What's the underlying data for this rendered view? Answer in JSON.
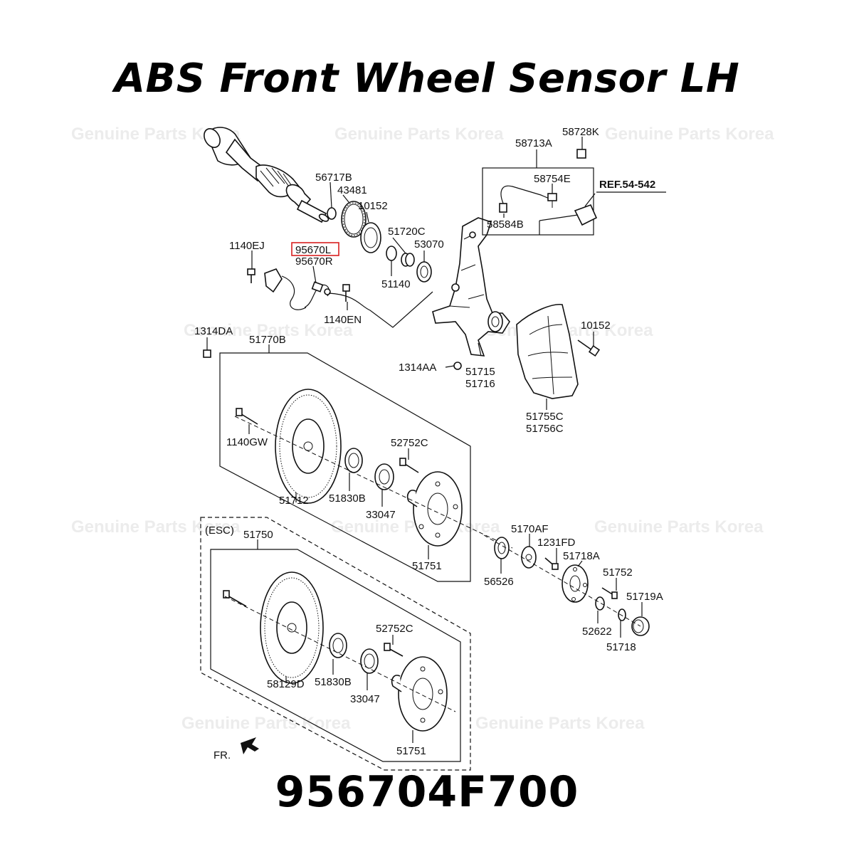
{
  "title": "ABS Front Wheel Sensor LH",
  "part_number": "956704F700",
  "watermark": "Genuine Parts Korea",
  "highlight_color": "#d92020",
  "labels": {
    "l58728K": "58728K",
    "l58713A": "58713A",
    "l58754E": "58754E",
    "lREF": "REF.54-542",
    "l58584B": "58584B",
    "l56717B": "56717B",
    "l43481": "43481",
    "l10152a": "10152",
    "l51720C": "51720C",
    "l53070": "53070",
    "l95670L": "95670L",
    "l95670R": "95670R",
    "l1140EJ": "1140EJ",
    "l51140": "51140",
    "l1140EN": "1140EN",
    "l1314DA": "1314DA",
    "l51770B": "51770B",
    "l10152b": "10152",
    "l1314AA": "1314AA",
    "l51715": "51715",
    "l51716": "51716",
    "l51755C": "51755C",
    "l51756C": "51756C",
    "l1140GW": "1140GW",
    "l52752Ca": "52752C",
    "l51712": "51712",
    "l51830Ba": "51830B",
    "l33047a": "33047",
    "l51751a": "51751",
    "lESC": "(ESC)",
    "l51750": "51750",
    "l5170AF": "5170AF",
    "l1231FD": "1231FD",
    "l51718A": "51718A",
    "l56526": "56526",
    "l51752": "51752",
    "l51719A": "51719A",
    "l52622": "52622",
    "l51718": "51718",
    "l52752Cb": "52752C",
    "l58129D": "58129D",
    "l51830Bb": "51830B",
    "l33047b": "33047",
    "l51751b": "51751",
    "lFR": "FR."
  }
}
